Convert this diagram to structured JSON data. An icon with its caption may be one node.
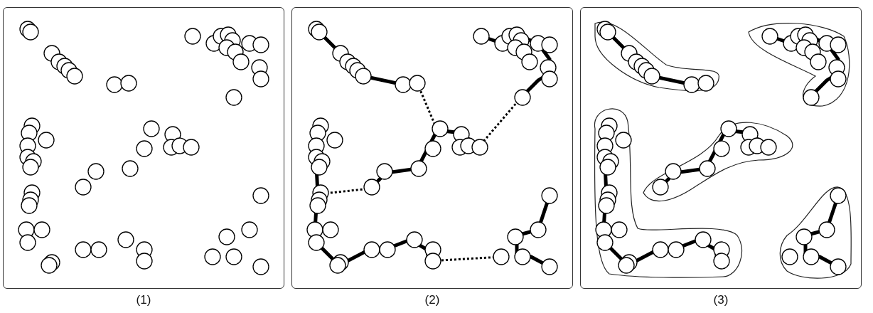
{
  "diagram": {
    "nodes": [
      {
        "text": [
          "(1)"
        ]
      },
      {
        "text": [
          "(2)"
        ]
      },
      {
        "text": [
          "(3)"
        ]
      }
    ]
  }
}
